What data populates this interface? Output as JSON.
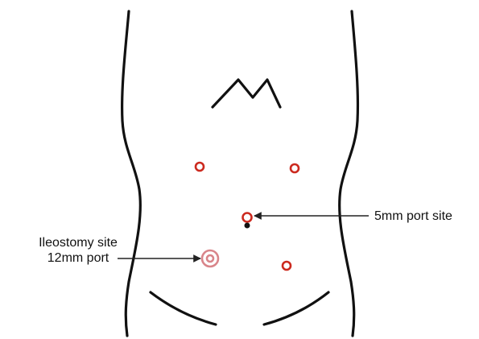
{
  "colors": {
    "outline": "#111111",
    "port_marker": "#cc2a1f",
    "ileostomy_marker": "#d9858a",
    "umbilicus": "#111111"
  },
  "labels": {
    "port_site": "5mm port site",
    "ileostomy_line1": "Ileostomy site",
    "ileostomy_line2": "12mm port"
  }
}
